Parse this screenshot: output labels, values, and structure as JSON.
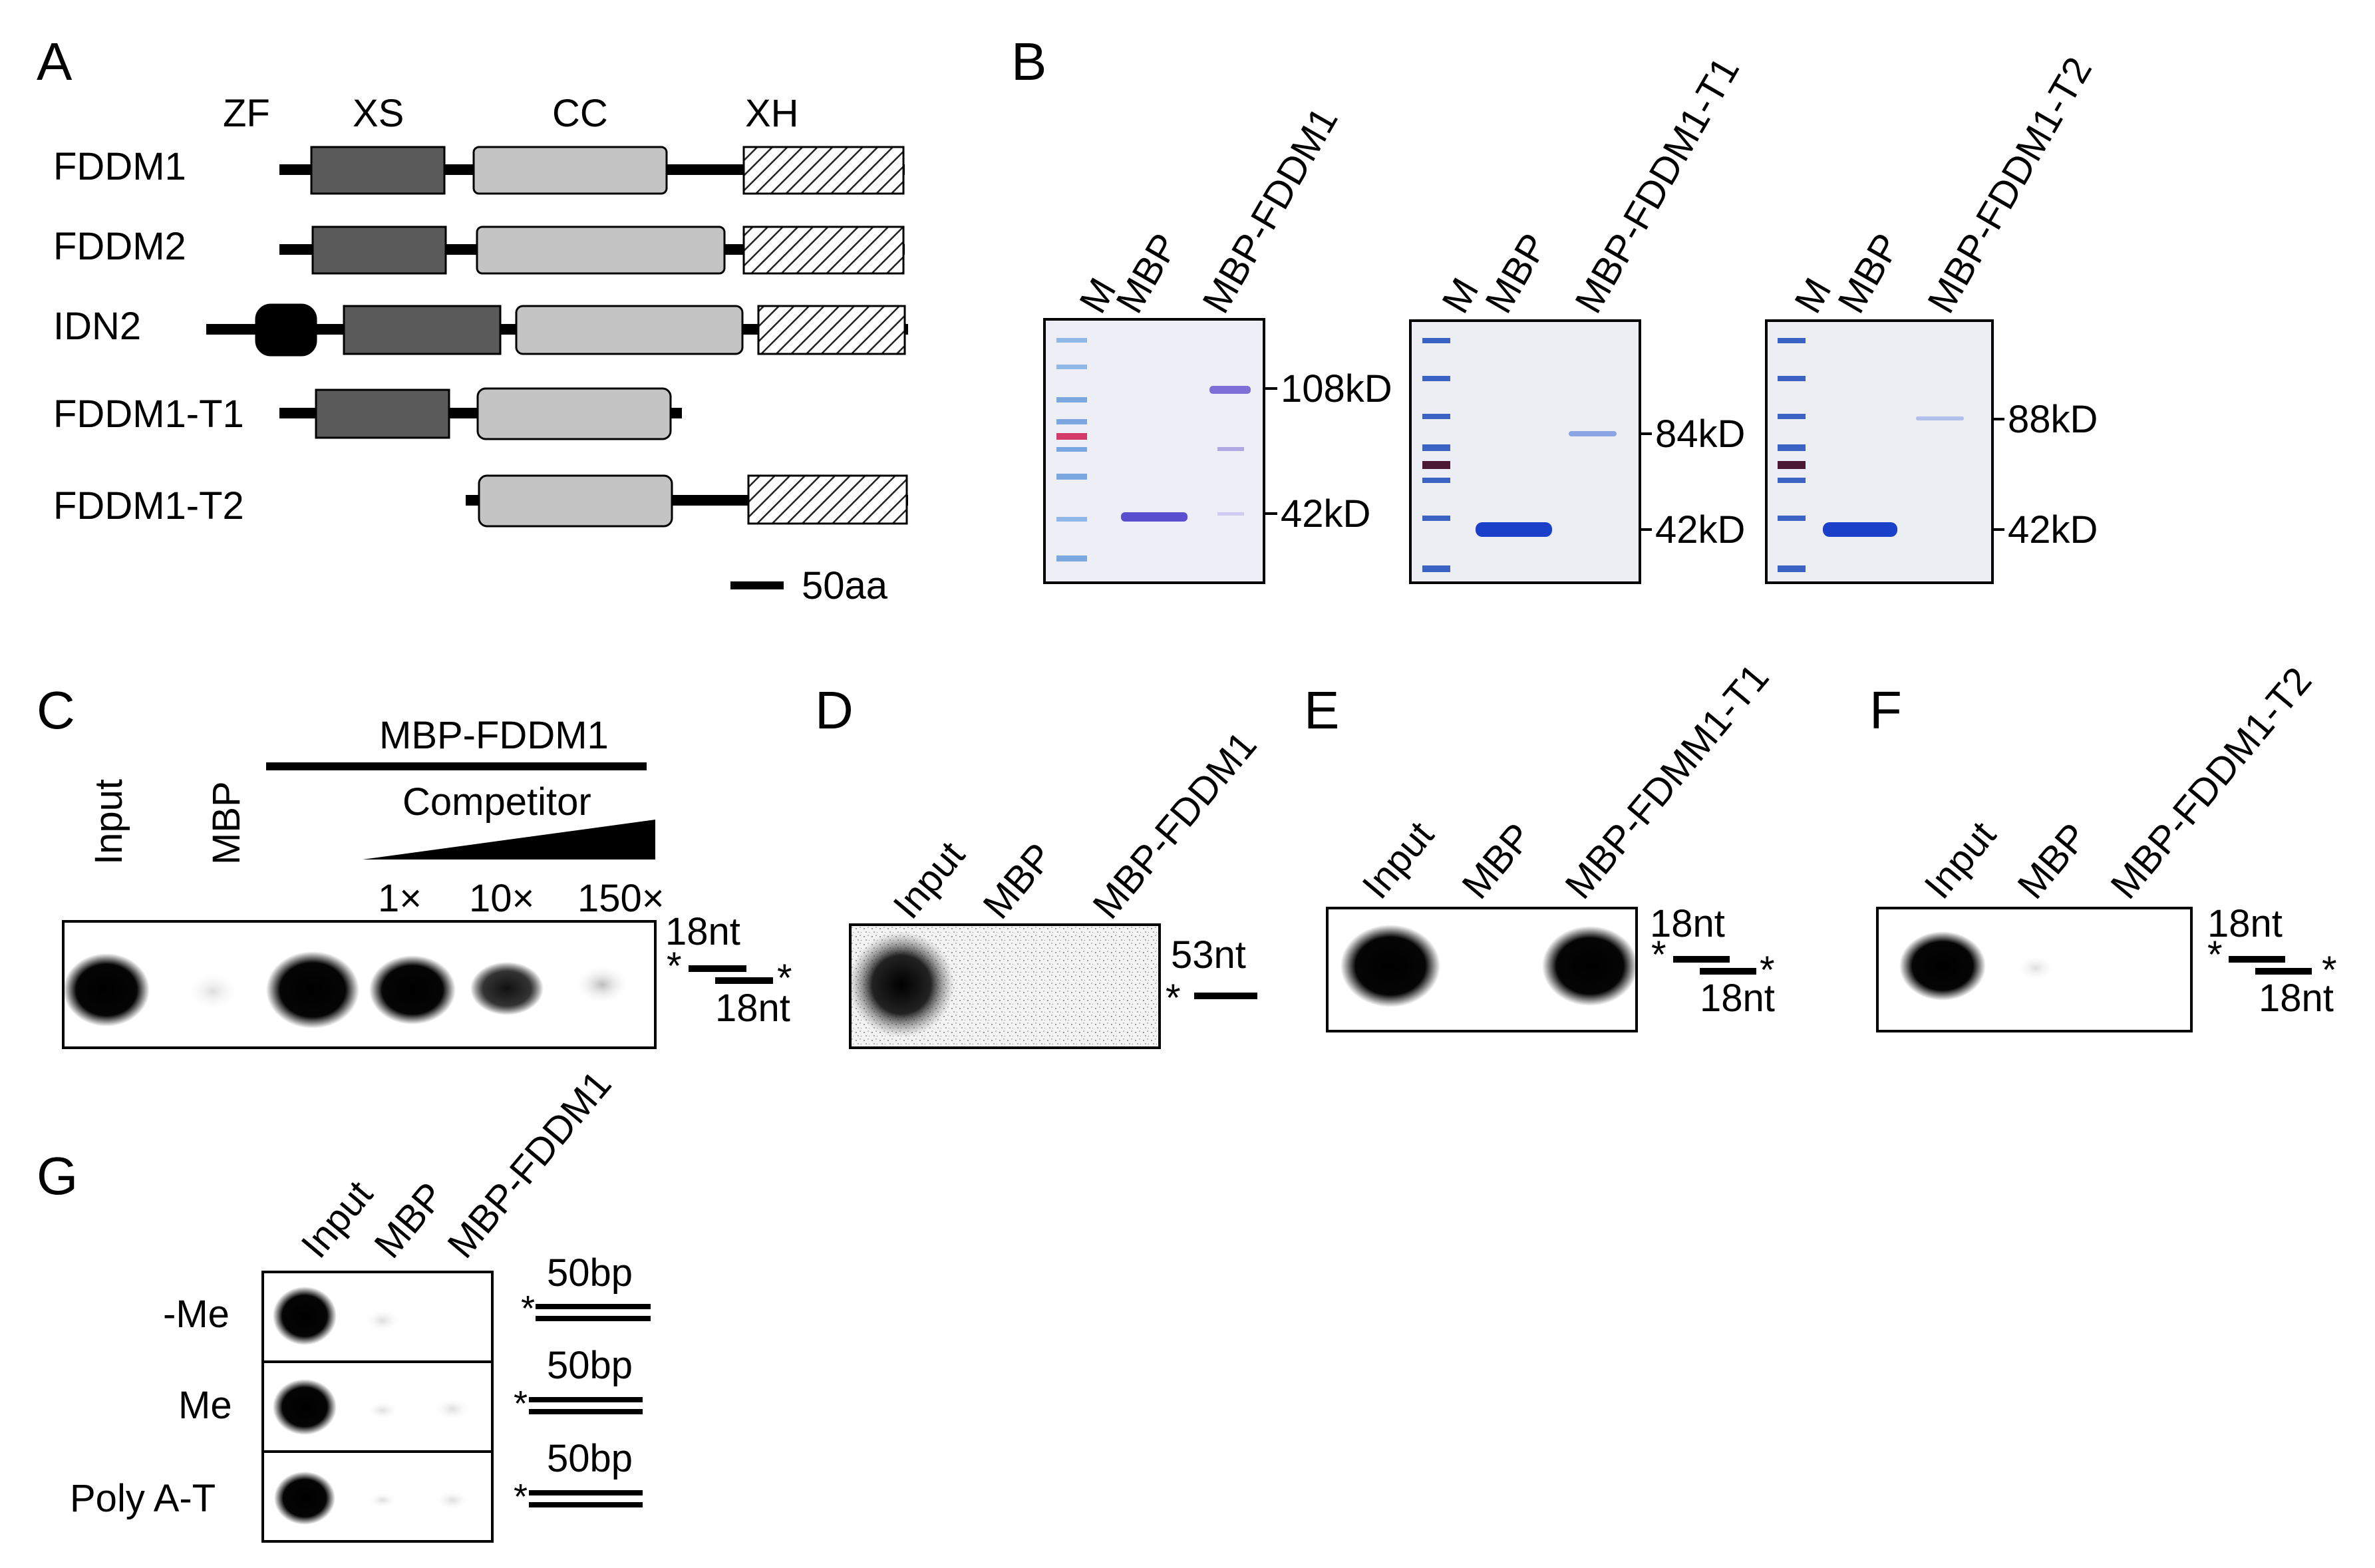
{
  "panel_a": {
    "letter": "A",
    "domain_labels": [
      "ZF",
      "XS",
      "CC",
      "XH"
    ],
    "proteins": [
      "FDDM1",
      "FDDM2",
      "IDN2",
      "FDDM1-T1",
      "FDDM1-T2"
    ],
    "scale_bar": "50aa",
    "colors": {
      "zf": "#000000",
      "xs": "#5a5a5a",
      "cc": "#c4c4c4",
      "xh": "hatched"
    }
  },
  "panel_b": {
    "letter": "B",
    "gels": [
      {
        "lanes": [
          "M",
          "MBP",
          "MBP-FDDM1"
        ],
        "markers": [
          "108kD",
          "42kD"
        ]
      },
      {
        "lanes": [
          "M",
          "MBP",
          "MBP-FDDM1-T1"
        ],
        "markers": [
          "84kD",
          "42kD"
        ]
      },
      {
        "lanes": [
          "M",
          "MBP",
          "MBP-FDDM1-T2"
        ],
        "markers": [
          "88kD",
          "42kD"
        ]
      }
    ]
  },
  "panel_c": {
    "letter": "C",
    "lanes": [
      "Input",
      "MBP"
    ],
    "protein": "MBP-FDDM1",
    "competitor": "Competitor",
    "ratios": [
      "1×",
      "10×",
      "150×"
    ],
    "probe_top": "18nt",
    "probe_bottom": "18nt"
  },
  "panel_d": {
    "letter": "D",
    "lanes": [
      "Input",
      "MBP",
      "MBP-FDDM1"
    ],
    "probe": "53nt"
  },
  "panel_e": {
    "letter": "E",
    "lanes": [
      "Input",
      "MBP",
      "MBP-FDMM1-T1"
    ],
    "probe_top": "18nt",
    "probe_bottom": "18nt"
  },
  "panel_f": {
    "letter": "F",
    "lanes": [
      "Input",
      "MBP",
      "MBP-FDDM1-T2"
    ],
    "probe_top": "18nt",
    "probe_bottom": "18nt"
  },
  "panel_g": {
    "letter": "G",
    "lanes": [
      "Input",
      "MBP",
      "MBP-FDDM1"
    ],
    "rows": [
      "-Me",
      "Me",
      "Poly A-T"
    ],
    "probes": [
      "50bp",
      "50bp",
      "50bp"
    ]
  },
  "star": "*"
}
